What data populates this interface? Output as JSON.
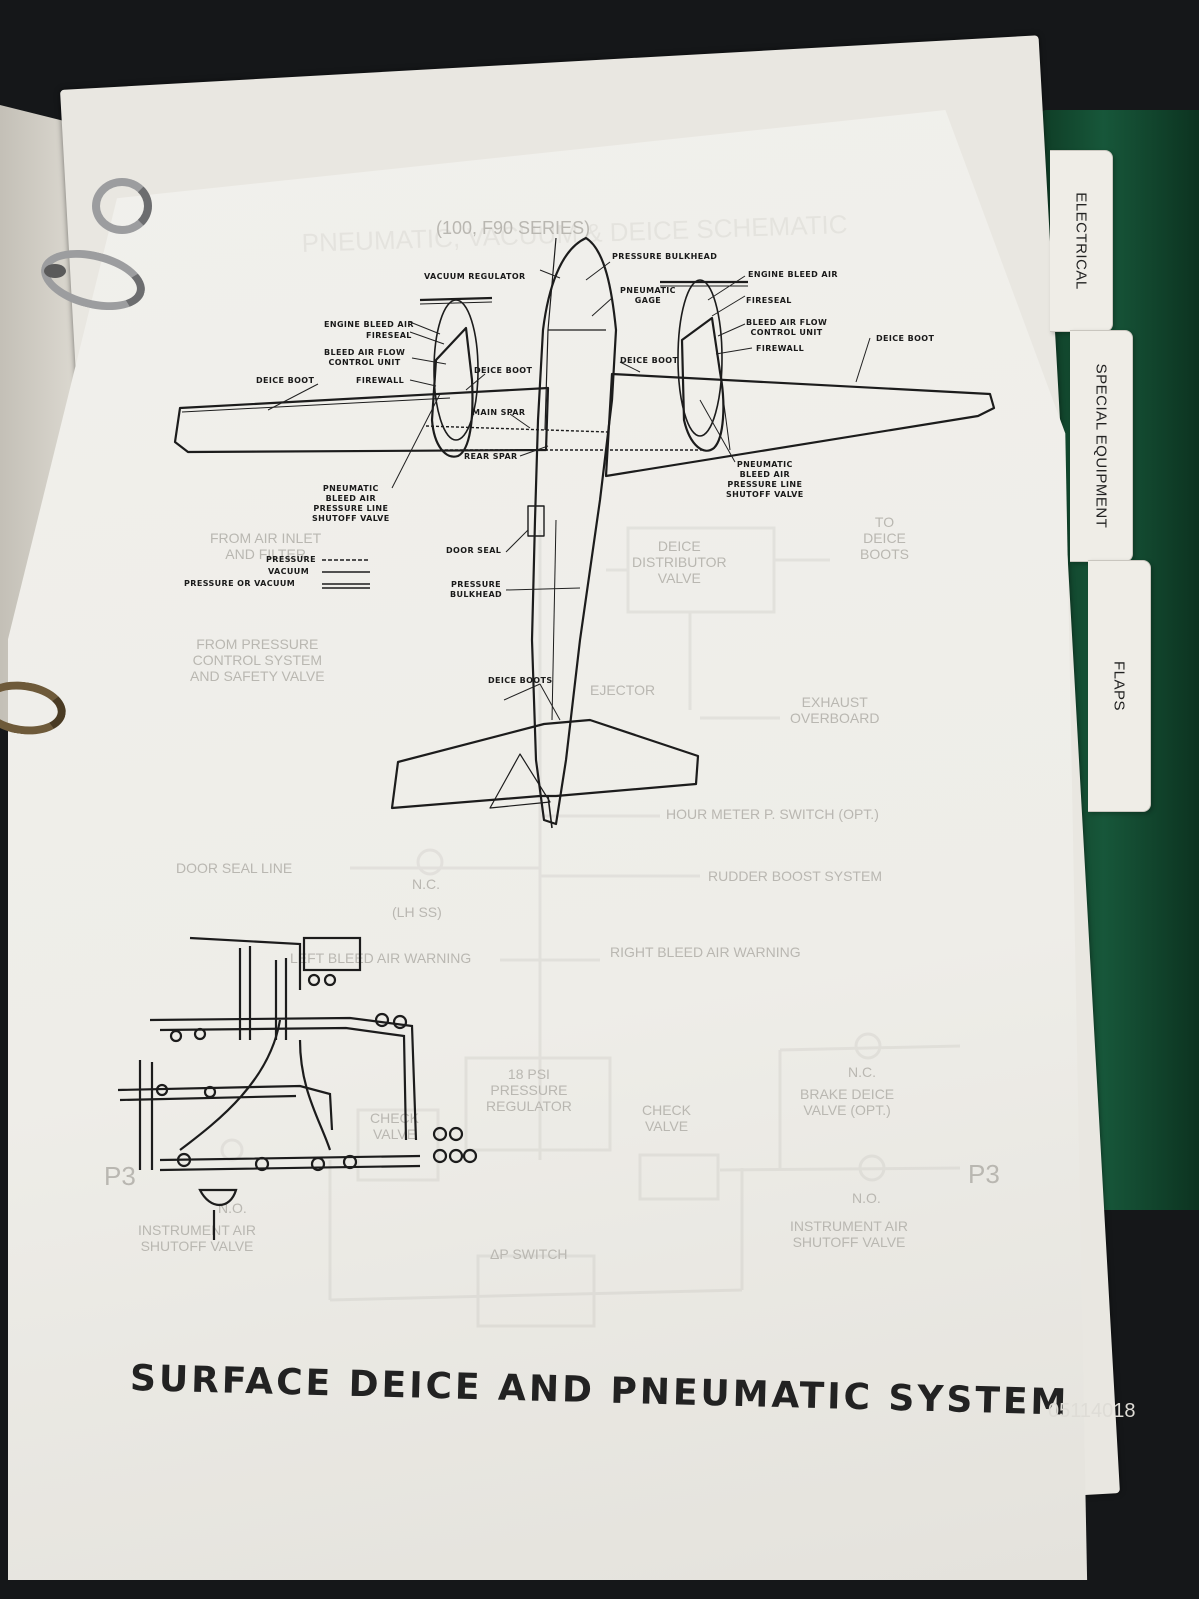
{
  "tabs": [
    {
      "label": "ELECTRICAL"
    },
    {
      "label": "SPECIAL EQUIPMENT"
    },
    {
      "label": "FLAPS"
    }
  ],
  "caption": "SURFACE DEICE AND PNEUMATIC SYSTEM",
  "aircraft_labels": {
    "pressure_bulkhead_top": "PRESSURE BULKHEAD",
    "vacuum_regulator": "VACUUM REGULATOR",
    "pneumatic_gage": "PNEUMATIC\nGAGE",
    "engine_bleed_air_left": "ENGINE BLEED AIR",
    "fireseal_left": "FIRESEAL",
    "bleed_air_flow_left": "BLEED AIR FLOW\nCONTROL UNIT",
    "firewall_left": "FIREWALL",
    "deice_boot_left": "DEICE BOOT",
    "deice_boot_inner_left": "DEICE BOOT",
    "main_spar": "MAIN SPAR",
    "rear_spar": "REAR SPAR",
    "pneumatic_valve_left": "PNEUMATIC\nBLEED AIR\nPRESSURE LINE\nSHUTOFF VALVE",
    "engine_bleed_air_right": "ENGINE BLEED AIR",
    "fireseal_right": "FIRESEAL",
    "bleed_air_flow_right": "BLEED AIR FLOW\nCONTROL UNIT",
    "firewall_right": "FIREWALL",
    "deice_boot_right": "DEICE BOOT",
    "deice_boot_inner_right": "DEICE BOOT",
    "pneumatic_valve_right": "PNEUMATIC\nBLEED AIR\nPRESSURE LINE\nSHUTOFF VALVE",
    "door_seal": "DOOR SEAL",
    "pressure_bulkhead_lower": "PRESSURE\nBULKHEAD",
    "deice_boots_tail": "DEICE BOOTS"
  },
  "legend": {
    "pressure": "PRESSURE",
    "vacuum": "VACUUM",
    "pressure_or_vacuum": "PRESSURE OR VACUUM"
  },
  "bleed_through": {
    "title": "PNEUMATIC, VACUUM & DEICE SCHEMATIC",
    "subtitle": "(100, F90 SERIES)",
    "from_air_inlet": "FROM AIR INLET\nAND FILTER",
    "deice_valve": "DEICE\nDISTRIBUTOR\nVALVE",
    "to_deice_boots": "TO\nDEICE\nBOOTS",
    "from_pressure": "FROM PRESSURE\nCONTROL SYSTEM\nAND SAFETY VALVE",
    "ejector": "EJECTOR",
    "exhaust": "EXHAUST\nOVERBOARD",
    "hour_meter": "HOUR METER P. SWITCH (OPT.)",
    "door_seal_line": "DOOR SEAL LINE",
    "nc_left": "N.C.",
    "lh_ss": "(LH SS)",
    "rudder_boost": "RUDDER BOOST SYSTEM",
    "left_bleed": "LEFT BLEED AIR WARNING",
    "right_bleed": "RIGHT BLEED AIR WARNING",
    "psi_regulator": "18 PSI\nPRESSURE\nREGULATOR",
    "check_valve_left": "CHECK\nVALVE",
    "check_valve_right": "CHECK\nVALVE",
    "nc_right": "N.C.",
    "brake_deice": "BRAKE DEICE\nVALVE (OPT.)",
    "p3_left": "P3",
    "p3_right": "P3",
    "no": "N.O.",
    "no_left": "N.O.",
    "inst_air_left": "INSTRUMENT AIR\nSHUTOFF VALVE",
    "inst_air_right": "INSTRUMENT AIR\nSHUTOFF VALVE",
    "dp_switch": "ΔP SWITCH"
  },
  "serial_number": "05114018"
}
